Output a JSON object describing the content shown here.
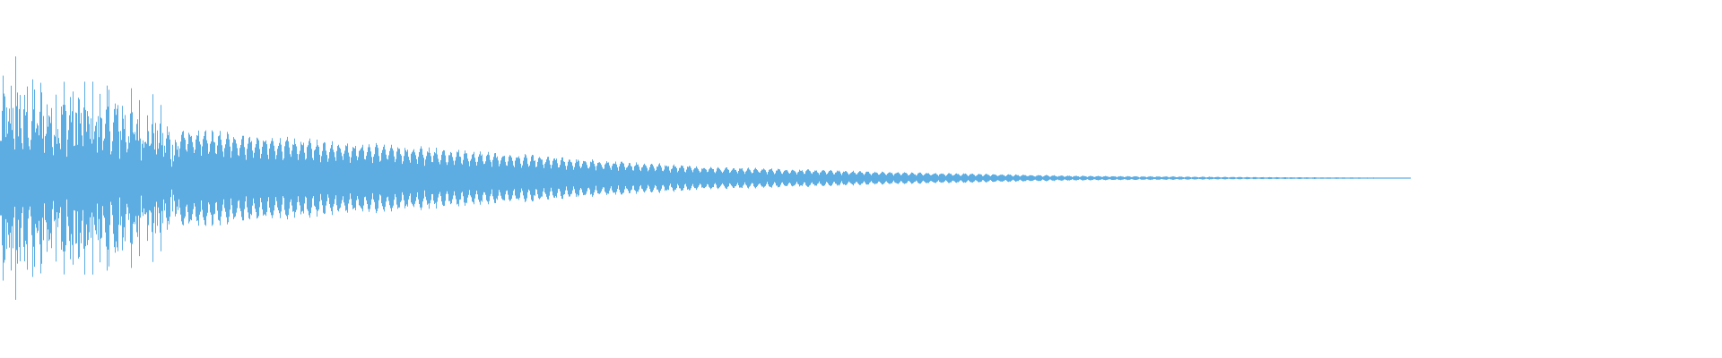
{
  "chart_data": {
    "type": "waveform",
    "title": "",
    "xlabel": "",
    "ylabel": "",
    "axes_visible": false,
    "grid": false,
    "legend": "none",
    "ylim": [
      -1,
      1
    ],
    "bin_count": 1573,
    "color": "#5dade2",
    "background": "#ffffff",
    "peak_bin": 17,
    "peak_amplitude": 0.68,
    "envelope": [
      {
        "bin": 0,
        "amp": 0.55
      },
      {
        "bin": 80,
        "amp": 0.55
      },
      {
        "bin": 170,
        "amp": 0.45
      },
      {
        "bin": 190,
        "amp": 0.3
      },
      {
        "bin": 300,
        "amp": 0.24
      },
      {
        "bin": 420,
        "amp": 0.2
      },
      {
        "bin": 520,
        "amp": 0.16
      },
      {
        "bin": 650,
        "amp": 0.11
      },
      {
        "bin": 800,
        "amp": 0.065
      },
      {
        "bin": 1000,
        "amp": 0.035
      },
      {
        "bin": 1200,
        "amp": 0.014
      },
      {
        "bin": 1400,
        "amp": 0.006
      },
      {
        "bin": 1573,
        "amp": 0.003
      }
    ]
  }
}
